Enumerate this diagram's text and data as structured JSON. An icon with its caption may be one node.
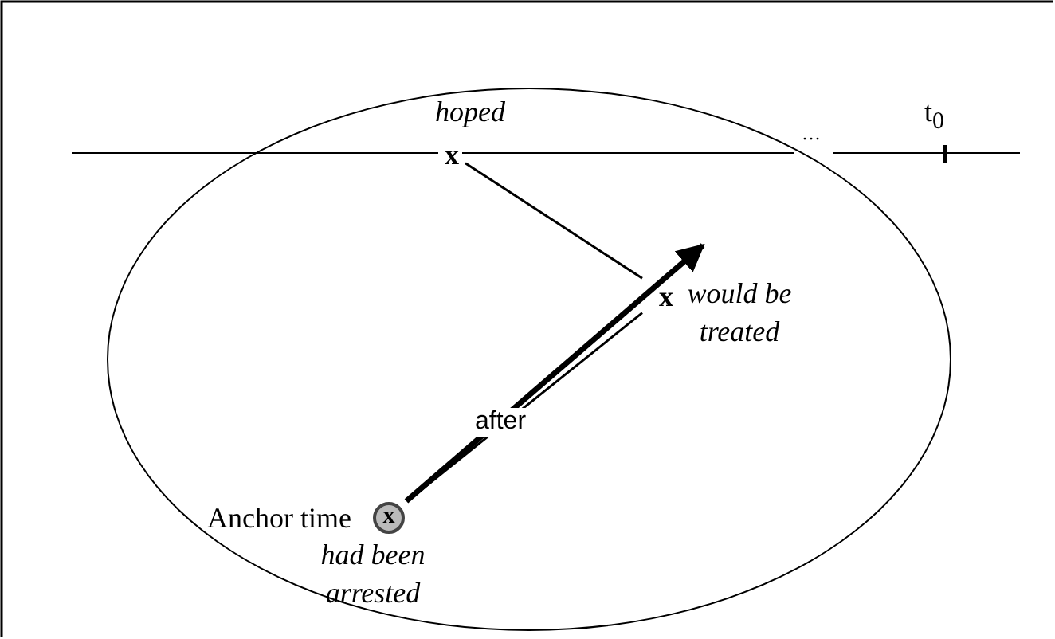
{
  "diagram": {
    "nodes": [
      {
        "text": [],
        "shape": "ellipse"
      },
      {
        "text": [
          "x"
        ],
        "beside": [
          "hoped"
        ],
        "in": 0
      },
      {
        "text": [
          "x"
        ],
        "beside": [
          "would be treated"
        ],
        "in": 0
      },
      {
        "text": [
          "x"
        ],
        "beside": [
          "Anchor time",
          "had been arrested"
        ],
        "in": 0
      }
    ],
    "edges": [
      {
        "from": 1,
        "to": 2,
        "arrow": "none"
      },
      {
        "from": 3,
        "to": 2,
        "arrow": "to",
        "style": "thick",
        "label": "after"
      },
      {
        "from": 3,
        "to": 2,
        "arrow": "none"
      }
    ],
    "labels": [
      "···",
      "t$_{0}$"
    ]
  }
}
